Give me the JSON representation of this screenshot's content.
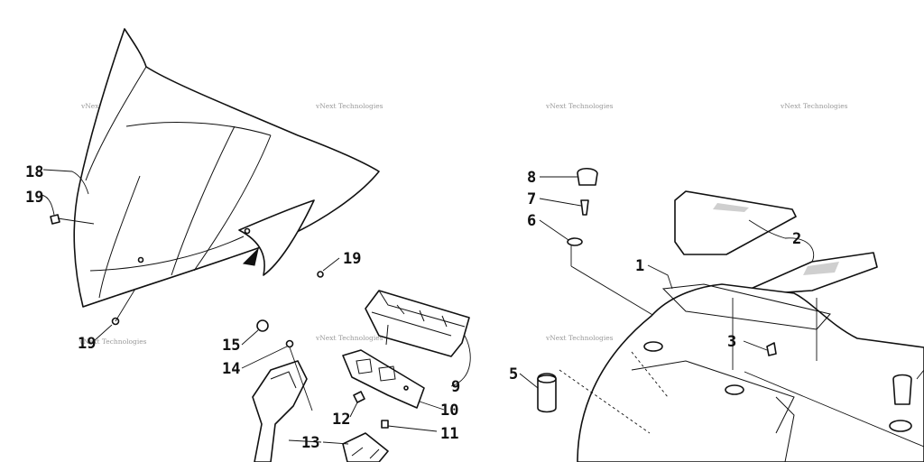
{
  "watermark": "vNext Technologies",
  "callouts": [
    {
      "id": "c18",
      "num": "18"
    },
    {
      "id": "c19a",
      "num": "19"
    },
    {
      "id": "c19b",
      "num": "19"
    },
    {
      "id": "c19c",
      "num": "19"
    },
    {
      "id": "c15",
      "num": "15"
    },
    {
      "id": "c14",
      "num": "14"
    },
    {
      "id": "c13",
      "num": "13"
    },
    {
      "id": "c12",
      "num": "12"
    },
    {
      "id": "c11",
      "num": "11"
    },
    {
      "id": "c10",
      "num": "10"
    },
    {
      "id": "c9",
      "num": "9"
    },
    {
      "id": "c8",
      "num": "8"
    },
    {
      "id": "c7",
      "num": "7"
    },
    {
      "id": "c6",
      "num": "6"
    },
    {
      "id": "c5",
      "num": "5"
    },
    {
      "id": "c1",
      "num": "1"
    },
    {
      "id": "c2",
      "num": "2"
    },
    {
      "id": "c3",
      "num": "3"
    }
  ]
}
